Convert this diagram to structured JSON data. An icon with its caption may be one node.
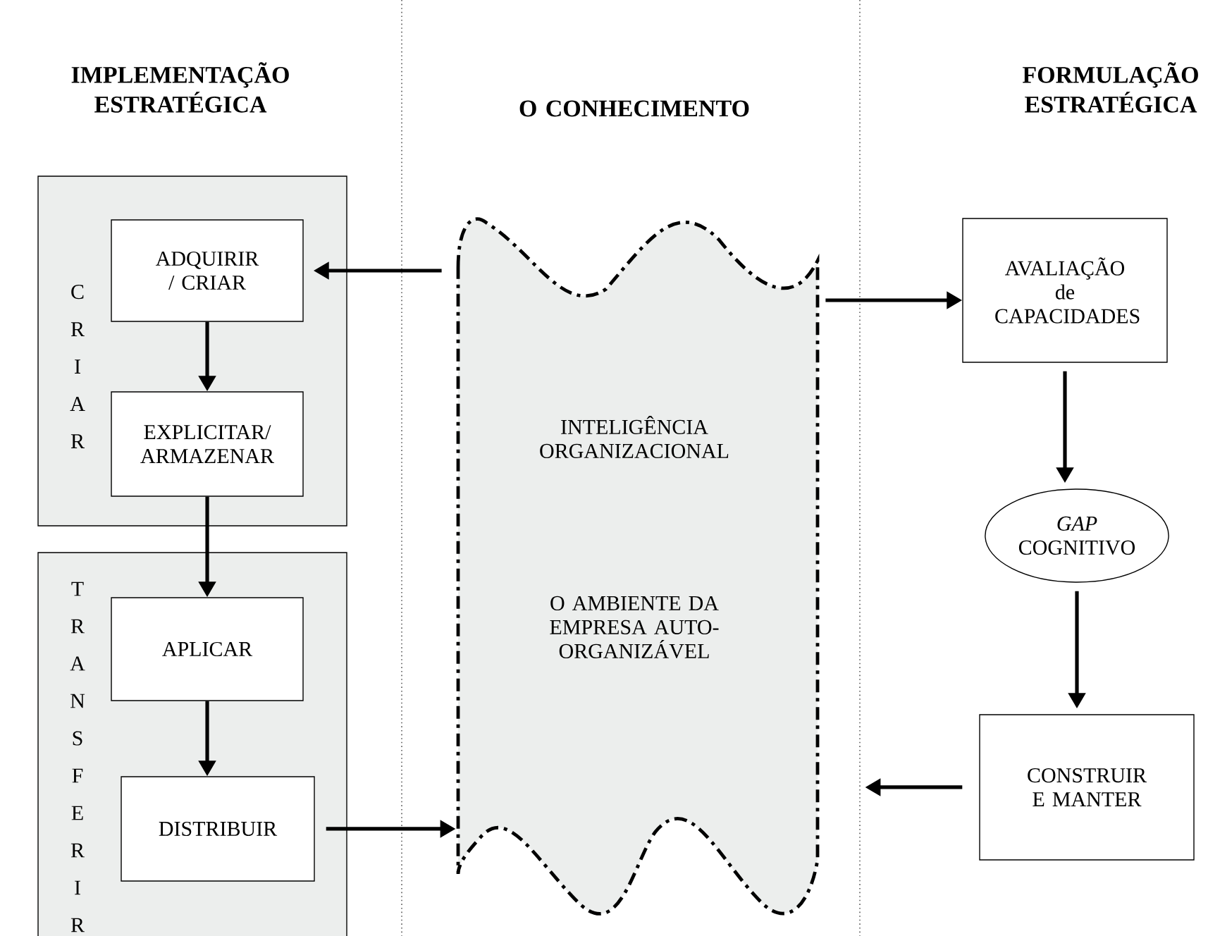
{
  "diagram": {
    "nodes": [
      {
        "text": [
          "C R I A R"
        ]
      },
      {
        "text": [
          "ADQUIRIR / CRIAR"
        ],
        "in": 0
      },
      {
        "text": [
          "EXPLICITAR/ ARMAZENAR"
        ],
        "in": 0
      },
      {
        "text": [
          "T R A N S F E R I R"
        ]
      },
      {
        "text": [
          "APLICAR"
        ],
        "in": 3
      },
      {
        "text": [
          "DISTRIBUIR"
        ],
        "in": 3
      },
      {
        "text": [
          "INTELIGÊNCIA ORGANIZACIONAL",
          "O AMBIENTE DA EMPRESA AUTO-ORGANIZÁVEL"
        ]
      },
      {
        "text": [
          "AVALIAÇÃO de CAPACIDADES"
        ]
      },
      {
        "text": [
          "*GAP* COGNITIVO"
        ]
      },
      {
        "text": [
          "CONSTRUIR E MANTER"
        ]
      }
    ],
    "edges": [
      {
        "from": 6,
        "to": 1,
        "arrow": "to"
      },
      {
        "from": 1,
        "to": 2,
        "arrow": "to"
      },
      {
        "from": 2,
        "to": 4,
        "arrow": "to"
      },
      {
        "from": 4,
        "to": 5,
        "arrow": "to"
      },
      {
        "from": 5,
        "to": 6,
        "arrow": "to"
      },
      {
        "from": 6,
        "to": 7,
        "arrow": "to"
      },
      {
        "from": 7,
        "to": 8,
        "arrow": "to"
      },
      {
        "from": 8,
        "to": 9,
        "arrow": "to"
      },
      {
        "from": 9,
        "to": 6,
        "arrow": "to"
      }
    ],
    "labels": [
      "IMPLEMENTAÇÃO ESTRATÉGICA",
      "O CONHECIMENTO",
      "FORMULAÇÃO ESTRATÉGICA"
    ]
  }
}
